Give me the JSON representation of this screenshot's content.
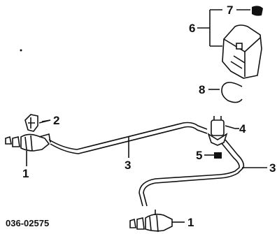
{
  "diagram": {
    "drawing_code": "036-02575",
    "callouts": {
      "c1a": "1",
      "c1b": "1",
      "c2": "2",
      "c3a": "3",
      "c3b": "3",
      "c4": "4",
      "c5": "5",
      "c6": "6",
      "c7": "7",
      "c8": "8"
    },
    "parts": [
      {
        "id": "headlight-washer-nozzle",
        "icon": "nozzle-icon"
      },
      {
        "id": "hose-clip",
        "icon": "clip-icon"
      },
      {
        "id": "washer-hose",
        "icon": "hose-icon"
      },
      {
        "id": "t-connector",
        "icon": "connector-icon"
      },
      {
        "id": "grommet",
        "icon": "grommet-icon"
      },
      {
        "id": "washer-reservoir",
        "icon": "reservoir-icon"
      },
      {
        "id": "reservoir-cap",
        "icon": "cap-icon"
      },
      {
        "id": "retaining-ring",
        "icon": "ring-icon"
      }
    ]
  }
}
